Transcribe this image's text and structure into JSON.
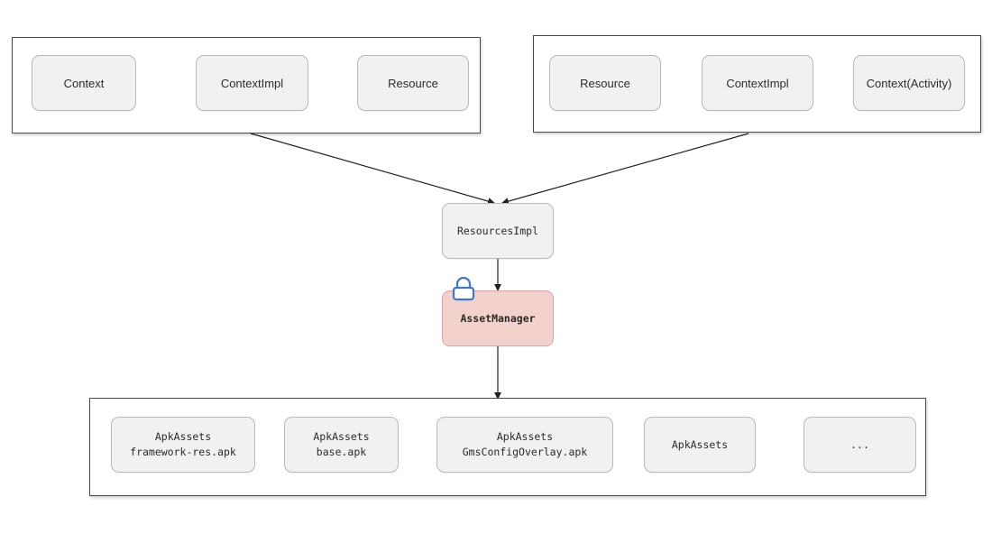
{
  "diagram": {
    "left_group": {
      "nodes": [
        "Context",
        "ContextImpl",
        "Resource"
      ]
    },
    "right_group": {
      "nodes": [
        "Resource",
        "ContextImpl",
        "Context(Activity)"
      ]
    },
    "center": {
      "resources_impl": "ResourcesImpl",
      "asset_manager": "AssetManager",
      "lock_icon": "lock-icon",
      "highlight_color": "#f3d1cc"
    },
    "bottom_group": {
      "apk_assets": [
        {
          "line1": "ApkAssets",
          "line2": "framework-res.apk"
        },
        {
          "line1": "ApkAssets",
          "line2": "base.apk"
        },
        {
          "line1": "ApkAssets",
          "line2": "GmsConfigOverlay.apk"
        },
        {
          "line1": "ApkAssets",
          "line2": ""
        },
        {
          "line1": "...",
          "line2": ""
        }
      ]
    }
  }
}
